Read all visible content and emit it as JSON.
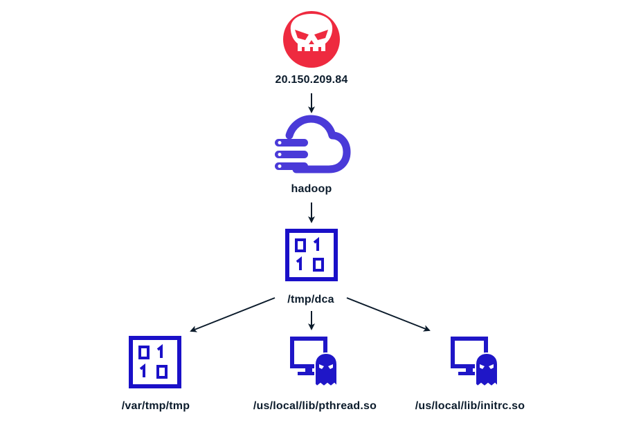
{
  "nodes": {
    "attacker": {
      "label": "20.150.209.84",
      "icon": "attacker-skull-icon"
    },
    "hadoop": {
      "label": "hadoop",
      "icon": "cloud-server-icon"
    },
    "dca": {
      "label": "/tmp/dca",
      "icon": "binary-file-icon"
    },
    "var_tmp": {
      "label": "/var/tmp/tmp",
      "icon": "binary-file-icon"
    },
    "pthread": {
      "label": "/us/local/lib/pthread.so",
      "icon": "malware-host-icon"
    },
    "initrc": {
      "label": "/us/local/lib/initrc.so",
      "icon": "malware-host-icon"
    }
  },
  "colors": {
    "attacker": "#ee2a3f",
    "cloud": "#4a3ad8",
    "binary": "#1a10c8",
    "host": "#1f16c7",
    "arrow": "#0b1b2b",
    "text": "#0b1b2b"
  }
}
